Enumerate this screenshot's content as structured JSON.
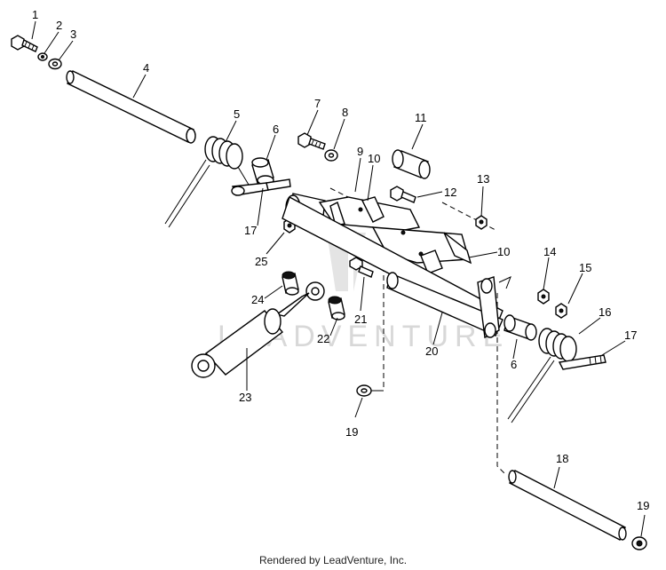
{
  "watermark": "LEADVENTURE",
  "footer": "Rendered by LeadVenture, Inc.",
  "callouts": [
    "1",
    "2",
    "3",
    "4",
    "5",
    "6",
    "7",
    "8",
    "9",
    "10",
    "11",
    "12",
    "13",
    "10",
    "14",
    "15",
    "16",
    "17",
    "17",
    "25",
    "24",
    "21",
    "22",
    "23",
    "20",
    "6",
    "19",
    "18",
    "19"
  ]
}
